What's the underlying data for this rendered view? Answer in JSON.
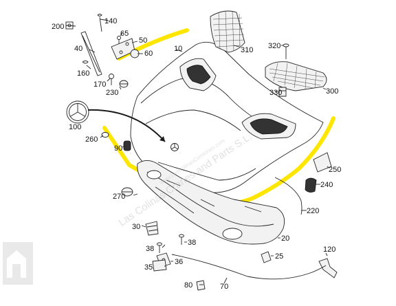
{
  "diagram": {
    "highlight_color": "#ffe600",
    "arrow_color": "#1a1a1a",
    "callouts": [
      {
        "id": "c200",
        "label": "200"
      },
      {
        "id": "c140",
        "label": "140"
      },
      {
        "id": "c65",
        "label": "65"
      },
      {
        "id": "c50",
        "label": "50"
      },
      {
        "id": "c60",
        "label": "60"
      },
      {
        "id": "c40",
        "label": "40"
      },
      {
        "id": "c10",
        "label": "10"
      },
      {
        "id": "c160",
        "label": "160"
      },
      {
        "id": "c170",
        "label": "170"
      },
      {
        "id": "c230",
        "label": "230"
      },
      {
        "id": "c310",
        "label": "310"
      },
      {
        "id": "c320",
        "label": "320"
      },
      {
        "id": "c330",
        "label": "330"
      },
      {
        "id": "c300",
        "label": "300"
      },
      {
        "id": "c100",
        "label": "100"
      },
      {
        "id": "c260",
        "label": "260"
      },
      {
        "id": "c90",
        "label": "90"
      },
      {
        "id": "c250",
        "label": "250"
      },
      {
        "id": "c240",
        "label": "240"
      },
      {
        "id": "c270",
        "label": "270"
      },
      {
        "id": "c220",
        "label": "220"
      },
      {
        "id": "c30",
        "label": "30"
      },
      {
        "id": "c38a",
        "label": "38"
      },
      {
        "id": "c38b",
        "label": "38"
      },
      {
        "id": "c20",
        "label": "20"
      },
      {
        "id": "c36",
        "label": "36"
      },
      {
        "id": "c35",
        "label": "35"
      },
      {
        "id": "c25",
        "label": "25"
      },
      {
        "id": "c120",
        "label": "120"
      },
      {
        "id": "c80",
        "label": "80"
      },
      {
        "id": "c70",
        "label": "70"
      }
    ],
    "watermark": "Las Colinas Cranes and Parts S.L.",
    "watermark_sub": "www.LasColinasCamiones.com",
    "corner_logo": "truck-logo-icon"
  }
}
